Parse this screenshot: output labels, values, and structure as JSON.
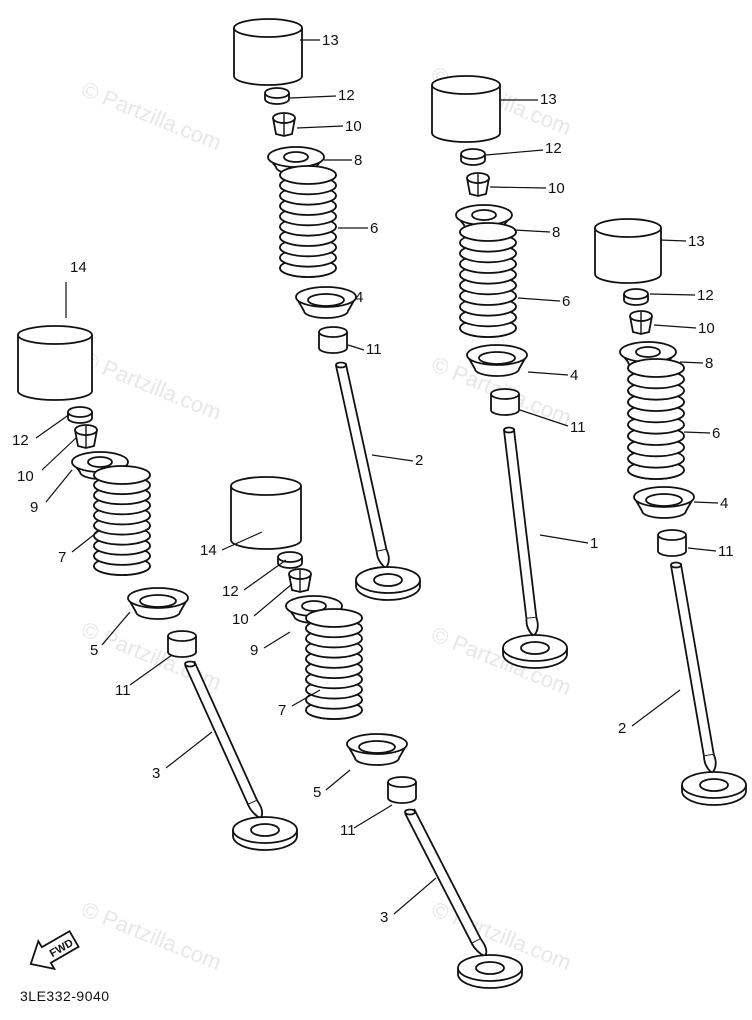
{
  "diagram_code": "3LE332-9040",
  "watermark": "© Partzilla.com",
  "fwd_label": "FWD",
  "callouts": {
    "a": {
      "c13": "13",
      "c12": "12",
      "c10": "10",
      "c8": "8",
      "c6": "6",
      "c4": "4",
      "c11": "11",
      "c2": "2"
    },
    "b": {
      "c13": "13",
      "c12": "12",
      "c10": "10",
      "c8": "8",
      "c6": "6",
      "c4": "4",
      "c11": "11",
      "c1": "1"
    },
    "c": {
      "c13": "13",
      "c12": "12",
      "c10": "10",
      "c8": "8",
      "c6": "6",
      "c4": "4",
      "c11": "11",
      "c2": "2"
    },
    "d": {
      "c14": "14",
      "c12": "12",
      "c10": "10",
      "c9": "9",
      "c7": "7",
      "c5": "5",
      "c11": "11",
      "c3": "3"
    },
    "e": {
      "c14": "14",
      "c12": "12",
      "c10": "10",
      "c9": "9",
      "c7": "7",
      "c5": "5",
      "c11": "11",
      "c3": "3"
    }
  }
}
